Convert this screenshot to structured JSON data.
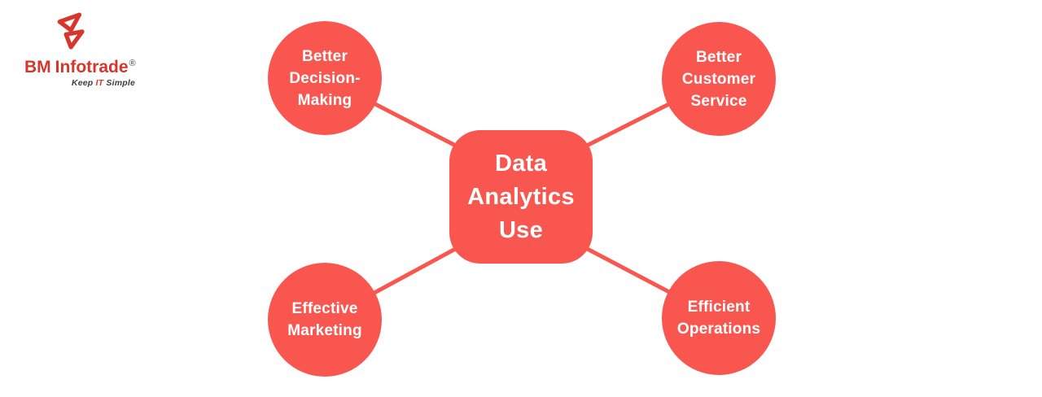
{
  "colors": {
    "accent": "#F8564E",
    "logo_red": "#D6362C",
    "tagline_dark": "#3E3E3E",
    "node_text": "#FFFFFF",
    "background": "#FFFFFF"
  },
  "logo": {
    "icon": "bm-infotrade-mark",
    "brand_bold": "BM",
    "brand_rest": "Infotrade",
    "registered": "®",
    "tagline": {
      "keep": "Keep ",
      "it": "IT",
      "simple": " Simple"
    }
  },
  "center": {
    "lines": [
      "Data",
      "Analytics",
      "Use"
    ]
  },
  "nodes": [
    {
      "id": "better-decision-making",
      "lines": [
        "Better",
        "Decision-",
        "Making"
      ]
    },
    {
      "id": "better-customer-service",
      "lines": [
        "Better",
        "Customer",
        "Service"
      ]
    },
    {
      "id": "effective-marketing",
      "lines": [
        "Effective",
        "Marketing"
      ]
    },
    {
      "id": "efficient-operations",
      "lines": [
        "Efficient",
        "Operations"
      ]
    }
  ]
}
